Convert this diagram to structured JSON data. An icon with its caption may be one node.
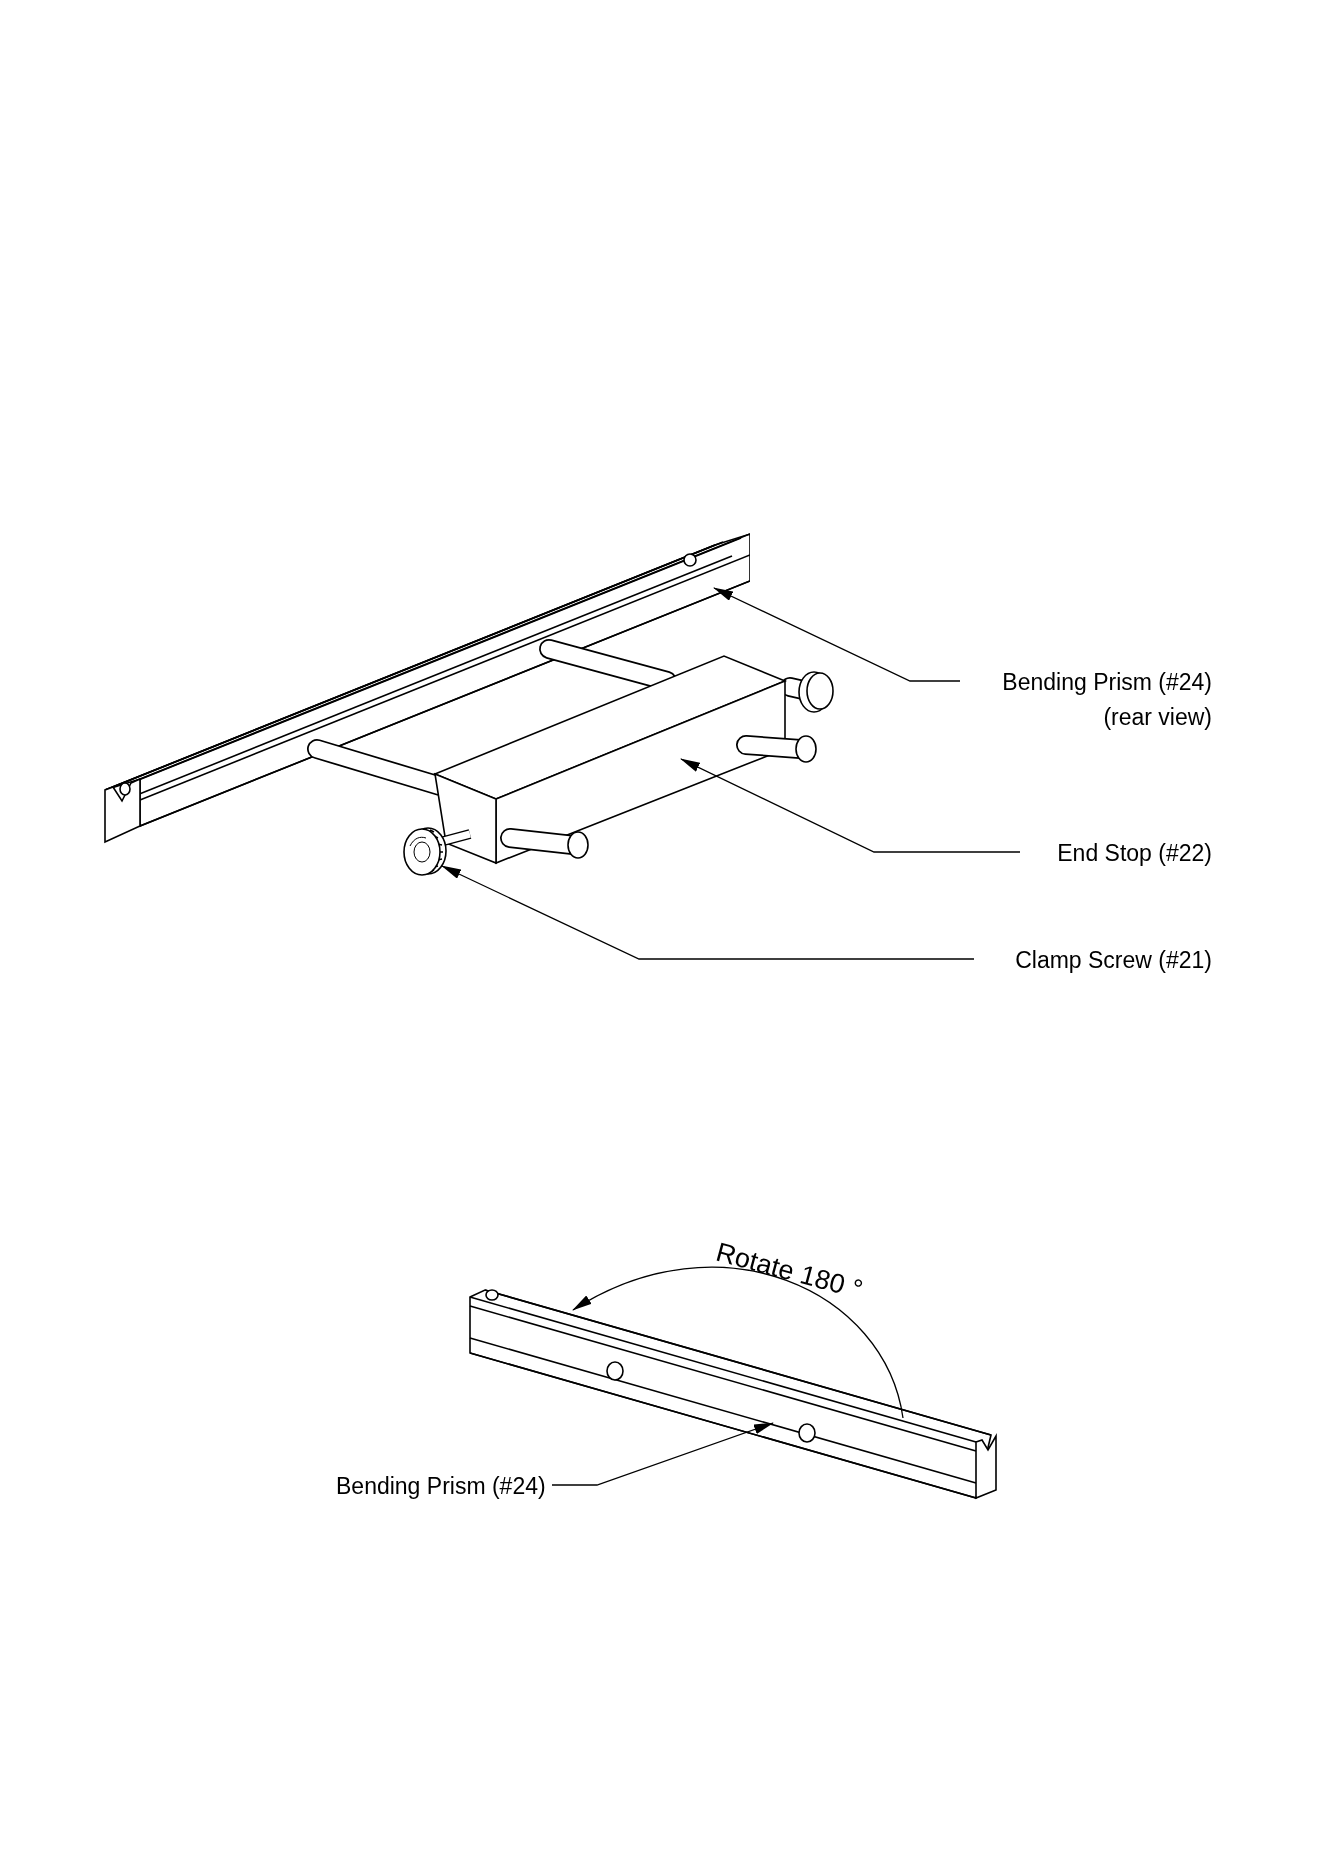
{
  "diagram": {
    "nodes": [
      {
        "text": [
          "Bending Prism (#24)",
          "(rear view)"
        ]
      },
      {
        "text": [
          "End Stop (#22)"
        ]
      },
      {
        "text": [
          "Clamp Screw (#21)"
        ]
      },
      {
        "text": [
          "Bending Prism (#24)"
        ]
      },
      {
        "text": [],
        "shape": "picture"
      },
      {
        "text": [],
        "shape": "picture"
      },
      {
        "text": [],
        "shape": "picture"
      },
      {
        "text": [],
        "shape": "picture"
      }
    ],
    "edges": [
      {
        "from": 0,
        "to": 4,
        "arrow": "to"
      },
      {
        "from": 1,
        "to": 5,
        "arrow": "to"
      },
      {
        "from": 2,
        "to": 6,
        "arrow": "to"
      },
      {
        "from": 3,
        "to": 7,
        "arrow": "to"
      }
    ],
    "labels": [
      "Rotate 180 °"
    ]
  }
}
